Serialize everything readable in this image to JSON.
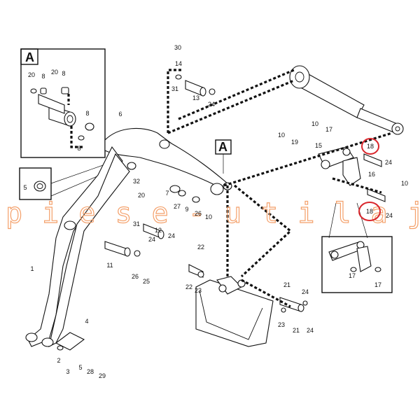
{
  "diagram": {
    "watermark": "p i e s e - u t i l a j",
    "detail_box_label": "A",
    "section_marker": "A",
    "highlight_color": "#d9262c",
    "watermark_color": "#f4a06a",
    "callouts": [
      "30",
      "14",
      "31",
      "13",
      "24",
      "6",
      "20",
      "8",
      "20",
      "8",
      "8",
      "8",
      "5",
      "1",
      "4",
      "2",
      "3",
      "5",
      "28",
      "29",
      "32",
      "20",
      "7",
      "27",
      "9",
      "26",
      "10",
      "31",
      "12",
      "24",
      "24",
      "11",
      "26",
      "25",
      "22",
      "22",
      "23",
      "21",
      "24",
      "23",
      "21",
      "24",
      "10",
      "19",
      "10",
      "17",
      "15",
      "16",
      "18",
      "24",
      "10",
      "18",
      "24",
      "17",
      "17"
    ],
    "highlighted_callouts": [
      "18",
      "18"
    ]
  }
}
